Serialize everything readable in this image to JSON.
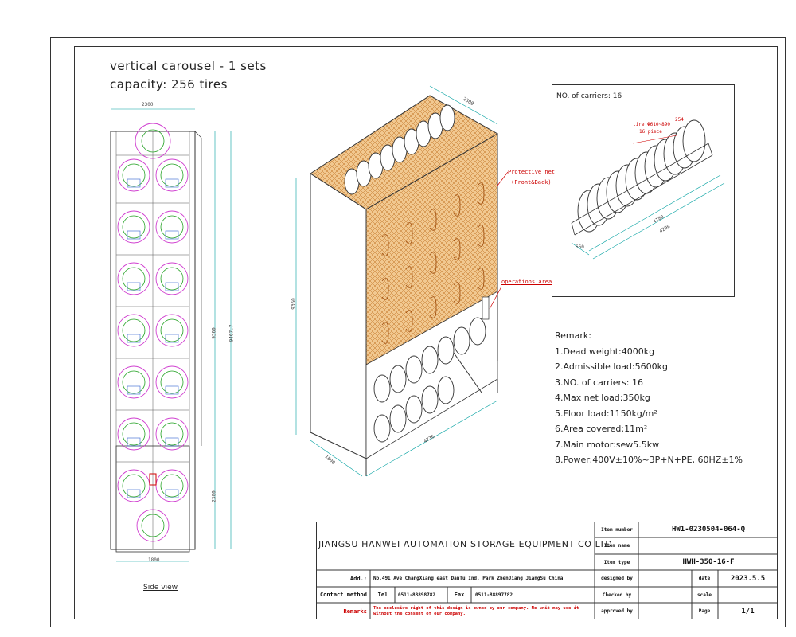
{
  "header": {
    "line1": "vertical carousel - 1 sets",
    "line2": "capacity: 256 tires"
  },
  "side_view": {
    "label": "Side view",
    "dim_top": "2300",
    "dim_bottom": "1800",
    "dim_height_inner": "9360",
    "dim_height_outer": "9467.7",
    "dim_lower": "2300"
  },
  "iso_view": {
    "dim_top": "2300",
    "dim_height": "9360",
    "dim_depth": "1800",
    "dim_width": "4736",
    "label_net": "Protective net",
    "label_net_sub": "(Front&Back)",
    "label_ops": "operations area"
  },
  "carrier_view": {
    "title": "NO. of carriers: 16",
    "tire_label": "tire Φ610~890",
    "tire_count": "16 piece",
    "dim_254": "254",
    "dim_4180": "4180",
    "dim_4290": "4290",
    "dim_660": "660"
  },
  "remarks": {
    "heading": "Remark:",
    "items": [
      "1.Dead weight:4000kg",
      "2.Admissible load:5600kg",
      "3.NO. of carriers: 16",
      "4.Max net load:350kg",
      "5.Floor load:1150kg/m²",
      "6.Area covered:11m²",
      "7.Main motor:sew5.5kw",
      "8.Power:400V±10%~3P+N+PE, 60HZ±1%"
    ]
  },
  "title_block": {
    "company": "JIANGSU HANWEI AUTOMATION STORAGE EQUIPMENT CO LTD",
    "add_label": "Add.:",
    "add_value": "No.491 Ave ChangXiang east DanTu Ind. Park ZhenJiang JiangSu China",
    "contact_label": "Contact method",
    "tel_label": "Tel",
    "tel_value": "0511-88898782",
    "fax_label": "Fax",
    "fax_value": "0511-88897782",
    "remarks_label": "Remarks",
    "remarks_value": "The exclusive right of this design is owned by our company. No unit may use it without the consent of our company.",
    "item_number_label": "Item number",
    "item_number_value": "HW1-0230504-064-Q",
    "item_name_label": "Item name",
    "item_name_value": "",
    "item_type_label": "Item type",
    "item_type_value": "HWH-350-16-F",
    "designed_by_label": "designed by",
    "date_label": "date",
    "date_value": "2023.5.5",
    "checked_by_label": "Checked by",
    "scale_label": "scale",
    "approved_by_label": "approved by",
    "page_label": "Page",
    "page_value": "1/1"
  }
}
